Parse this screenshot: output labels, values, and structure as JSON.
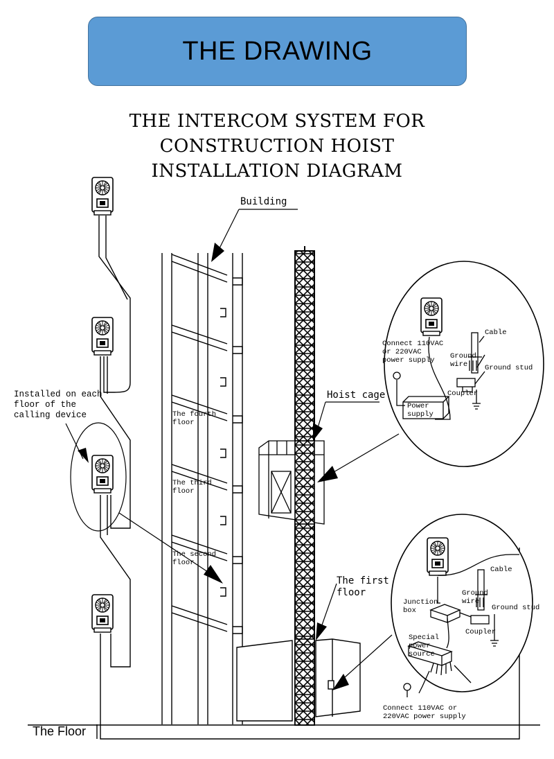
{
  "banner": {
    "title": "THE DRAWING"
  },
  "diagram": {
    "title_lines": [
      "THE INTERCOM SYSTEM FOR",
      "CONSTRUCTION HOIST",
      "INSTALLATION DIAGRAM"
    ],
    "labels": {
      "building": "Building",
      "hoist_cage": "Hoist cage",
      "installed_each_floor": "Installed on each\nfloor of the\ncalling device",
      "fourth_floor": "The fourth\nfloor",
      "third_floor": "The third\nfloor",
      "second_floor": "The second\nfloor",
      "first_floor": "The first\nfloor",
      "the_floor": "The Floor"
    },
    "detail_top": {
      "power_in": "Connect 110VAC\nor 220VAC\npower supply",
      "power_supply": "Power\nsupply",
      "cable": "Cable",
      "ground_wire": "Ground\nwire",
      "ground_stud": "Ground stud",
      "coupler": "Coupler"
    },
    "detail_bottom": {
      "cable": "Cable",
      "ground_wire": "Ground\nwire",
      "ground_stud": "Ground stud",
      "junction_box": "Junction\nbox",
      "coupler": "Coupler",
      "special_power_source": "Special\npower\nsource",
      "power_in": "Connect 110VAC or\n220VAC power supply"
    }
  }
}
